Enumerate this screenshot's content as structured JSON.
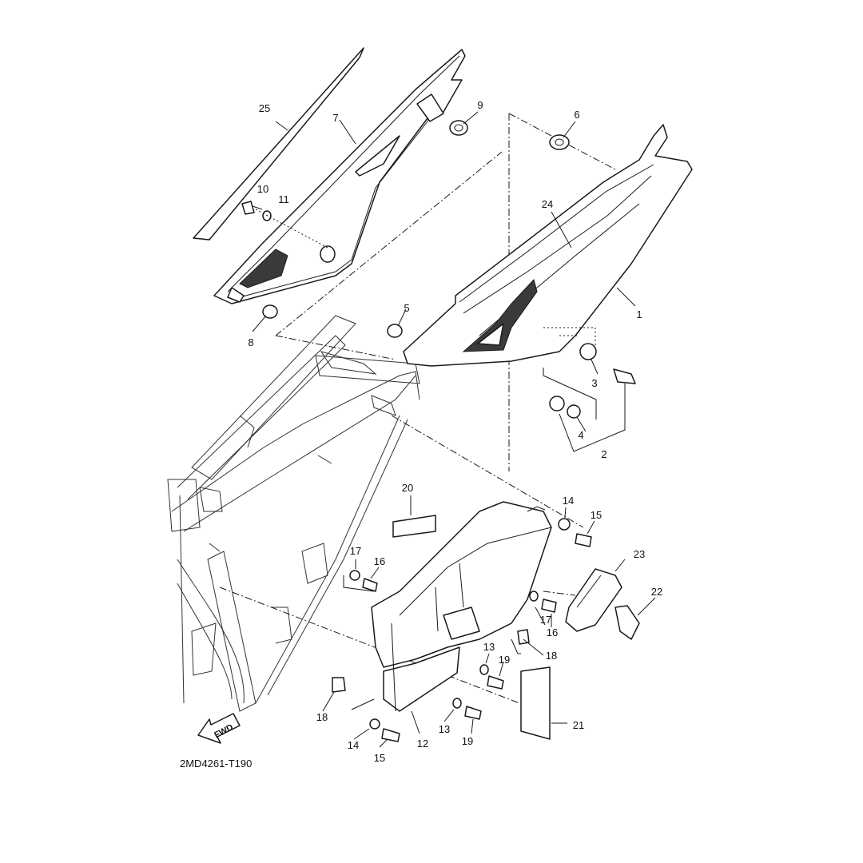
{
  "diagram": {
    "code": "2MD4261-T190",
    "direction_label": "FWD",
    "part_numbers": {
      "p1": "1",
      "p2": "2",
      "p3": "3",
      "p4": "4",
      "p5": "5",
      "p6": "6",
      "p7": "7",
      "p8": "8",
      "p9": "9",
      "p10": "10",
      "p11": "11",
      "p12": "12",
      "p13a": "13",
      "p13b": "13",
      "p14a": "14",
      "p14b": "14",
      "p15a": "15",
      "p15b": "15",
      "p16a": "16",
      "p16b": "16",
      "p17a": "17",
      "p17b": "17",
      "p18a": "18",
      "p18b": "18",
      "p19a": "19",
      "p19b": "19",
      "p20": "20",
      "p21": "21",
      "p22": "22",
      "p23": "23",
      "p24": "24",
      "p25": "25"
    }
  }
}
